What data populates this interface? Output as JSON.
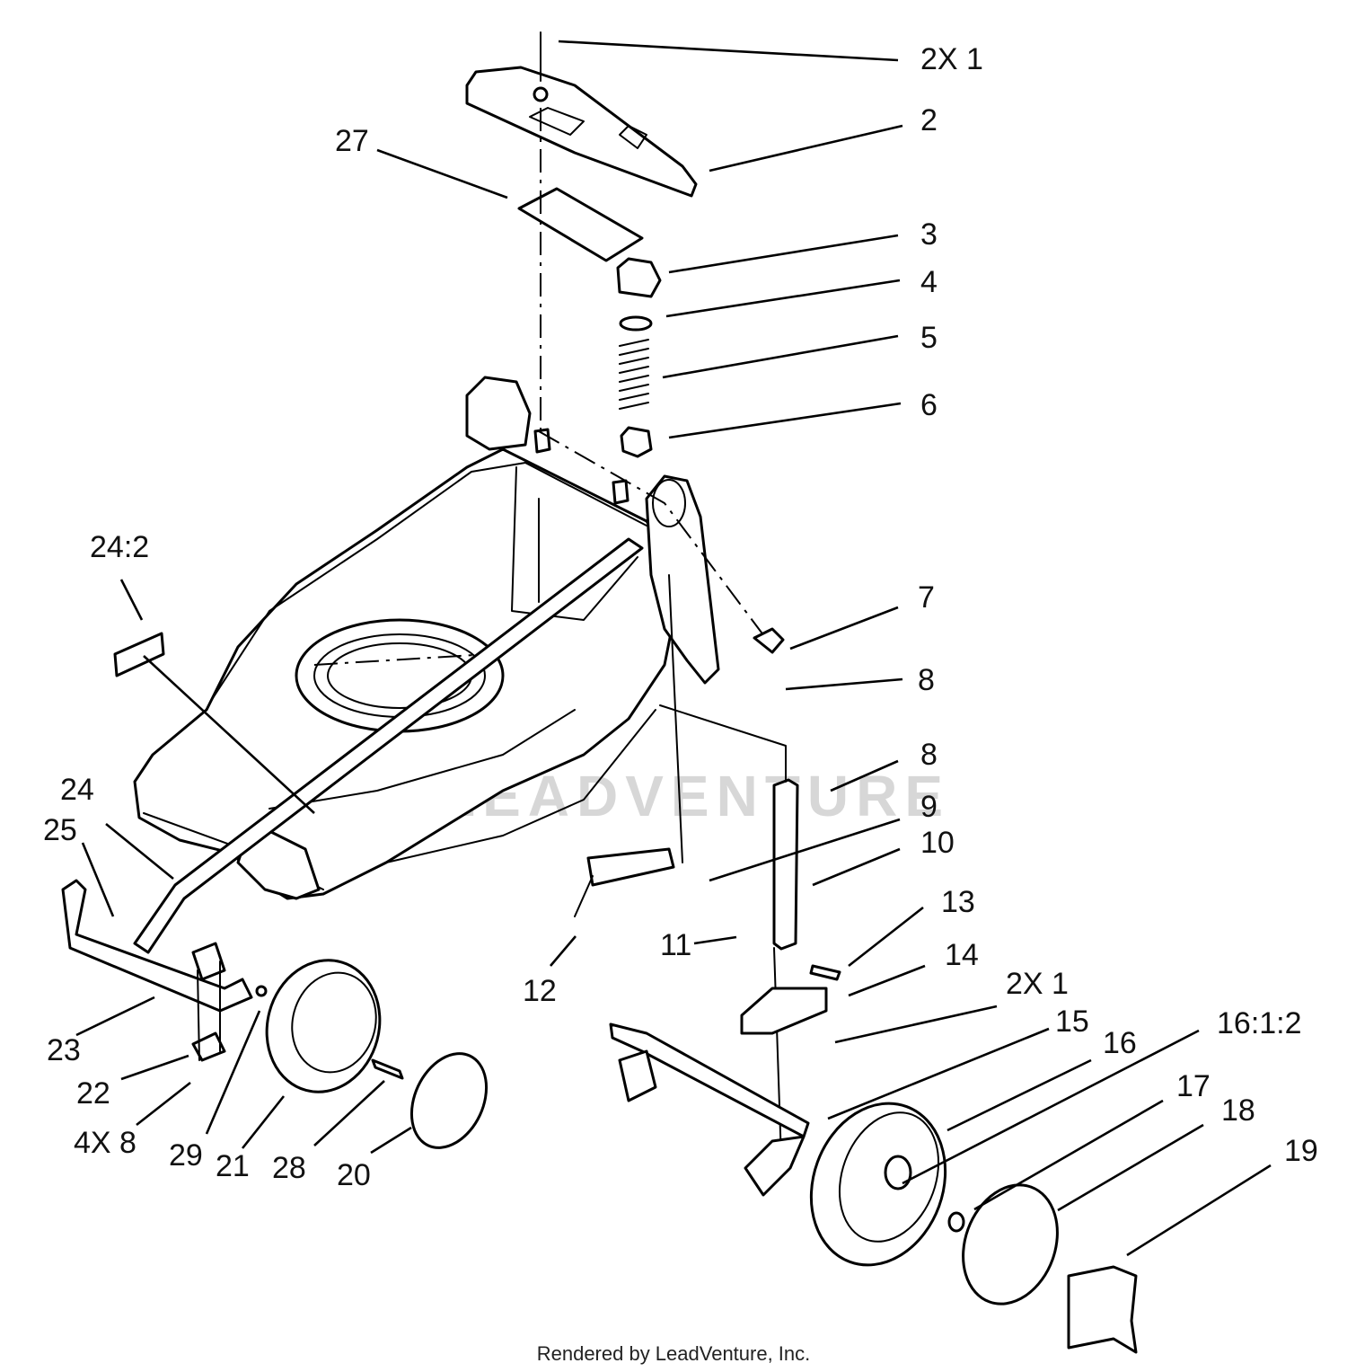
{
  "callouts": [
    {
      "id": "c-2x1-top",
      "text": "2X 1"
    },
    {
      "id": "c-2",
      "text": "2"
    },
    {
      "id": "c-27",
      "text": "27"
    },
    {
      "id": "c-3",
      "text": "3"
    },
    {
      "id": "c-4",
      "text": "4"
    },
    {
      "id": "c-5",
      "text": "5"
    },
    {
      "id": "c-6",
      "text": "6"
    },
    {
      "id": "c-24-2",
      "text": "24:2"
    },
    {
      "id": "c-7",
      "text": "7"
    },
    {
      "id": "c-8a",
      "text": "8"
    },
    {
      "id": "c-8b",
      "text": "8"
    },
    {
      "id": "c-24",
      "text": "24"
    },
    {
      "id": "c-9",
      "text": "9"
    },
    {
      "id": "c-25",
      "text": "25"
    },
    {
      "id": "c-10",
      "text": "10"
    },
    {
      "id": "c-13",
      "text": "13"
    },
    {
      "id": "c-11",
      "text": "11"
    },
    {
      "id": "c-14",
      "text": "14"
    },
    {
      "id": "c-12",
      "text": "12"
    },
    {
      "id": "c-2x1-bottom",
      "text": "2X 1"
    },
    {
      "id": "c-15",
      "text": "15"
    },
    {
      "id": "c-16",
      "text": "16"
    },
    {
      "id": "c-16-1-2",
      "text": "16:1:2"
    },
    {
      "id": "c-23",
      "text": "23"
    },
    {
      "id": "c-17",
      "text": "17"
    },
    {
      "id": "c-18",
      "text": "18"
    },
    {
      "id": "c-22",
      "text": "22"
    },
    {
      "id": "c-19",
      "text": "19"
    },
    {
      "id": "c-4x8",
      "text": "4X 8"
    },
    {
      "id": "c-29",
      "text": "29"
    },
    {
      "id": "c-21",
      "text": "21"
    },
    {
      "id": "c-28",
      "text": "28"
    },
    {
      "id": "c-20",
      "text": "20"
    }
  ],
  "watermark": "LEADVENTURE",
  "footer": "Rendered by LeadVenture, Inc."
}
